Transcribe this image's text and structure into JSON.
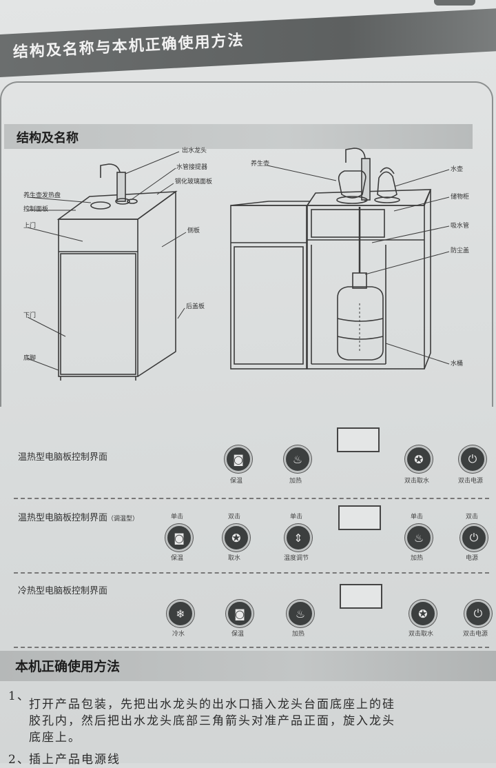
{
  "header": {
    "title": "结构及名称与本机正确使用方法"
  },
  "structure": {
    "title": "结构及名称",
    "left_labels": {
      "outlet_faucet": "出水龙头",
      "water_pipe": "水管接提器",
      "tempered_glass": "钢化玻璃面板",
      "health_pot_pad": "养生壶发热盘",
      "control_panel": "控制面板",
      "upper_door": "上门",
      "side_panel": "侧板",
      "lower_door": "下门",
      "back_panel": "后盖板",
      "foot": "底脚"
    },
    "right_labels": {
      "health_pot": "养生壶",
      "kettle": "水壶",
      "storage_cabinet": "储物柜",
      "suction_pipe": "吸水管",
      "dust_cover": "防尘盖",
      "bucket": "水桶"
    }
  },
  "panels": [
    {
      "title": "温热型电脑板控制界面",
      "subtitle": "",
      "buttons": [
        {
          "icon": "cup-icon",
          "glyph": "◙",
          "top": "",
          "caption": "保温"
        },
        {
          "icon": "kettle-icon",
          "glyph": "♨",
          "top": "",
          "caption": "加热"
        },
        {
          "icon": "water-icon",
          "glyph": "✪",
          "top": "",
          "caption": "双击取水"
        },
        {
          "icon": "power-icon",
          "glyph": "⏻",
          "top": "",
          "caption": "双击电源"
        }
      ]
    },
    {
      "title": "温热型电脑板控制界面",
      "subtitle": "（调温型）",
      "buttons": [
        {
          "icon": "cup-icon",
          "glyph": "◙",
          "top": "单击",
          "caption": "保温"
        },
        {
          "icon": "water-icon",
          "glyph": "✪",
          "top": "双击",
          "caption": "取水"
        },
        {
          "icon": "temp-adjust-icon",
          "glyph": "⇕",
          "top": "单击",
          "caption": "温度调节"
        },
        {
          "icon": "kettle-icon",
          "glyph": "♨",
          "top": "单击",
          "caption": "加热"
        },
        {
          "icon": "power-icon",
          "glyph": "⏻",
          "top": "双击",
          "caption": "电源"
        }
      ]
    },
    {
      "title": "冷热型电脑板控制界面",
      "subtitle": "",
      "buttons": [
        {
          "icon": "snowflake-icon",
          "glyph": "❄",
          "top": "",
          "caption": "冷水"
        },
        {
          "icon": "cup-icon",
          "glyph": "◙",
          "top": "",
          "caption": "保温"
        },
        {
          "icon": "kettle-icon",
          "glyph": "♨",
          "top": "",
          "caption": "加热"
        },
        {
          "icon": "water-icon",
          "glyph": "✪",
          "top": "",
          "caption": "双击取水"
        },
        {
          "icon": "power-icon",
          "glyph": "⏻",
          "top": "",
          "caption": "双击电源"
        }
      ]
    }
  ],
  "usage": {
    "title": "本机正确使用方法",
    "step1_num": "1、",
    "step1_line1": "打开产品包装，先把出水龙头的出水口插入龙头台面底座上的硅",
    "step1_line2": "胶孔内，然后把出水龙头底部三角箭头对准产品正面，旋入龙头",
    "step1_line3": "底座上。",
    "step2_num": "2、",
    "step2_line1": "插上产品电源线"
  }
}
